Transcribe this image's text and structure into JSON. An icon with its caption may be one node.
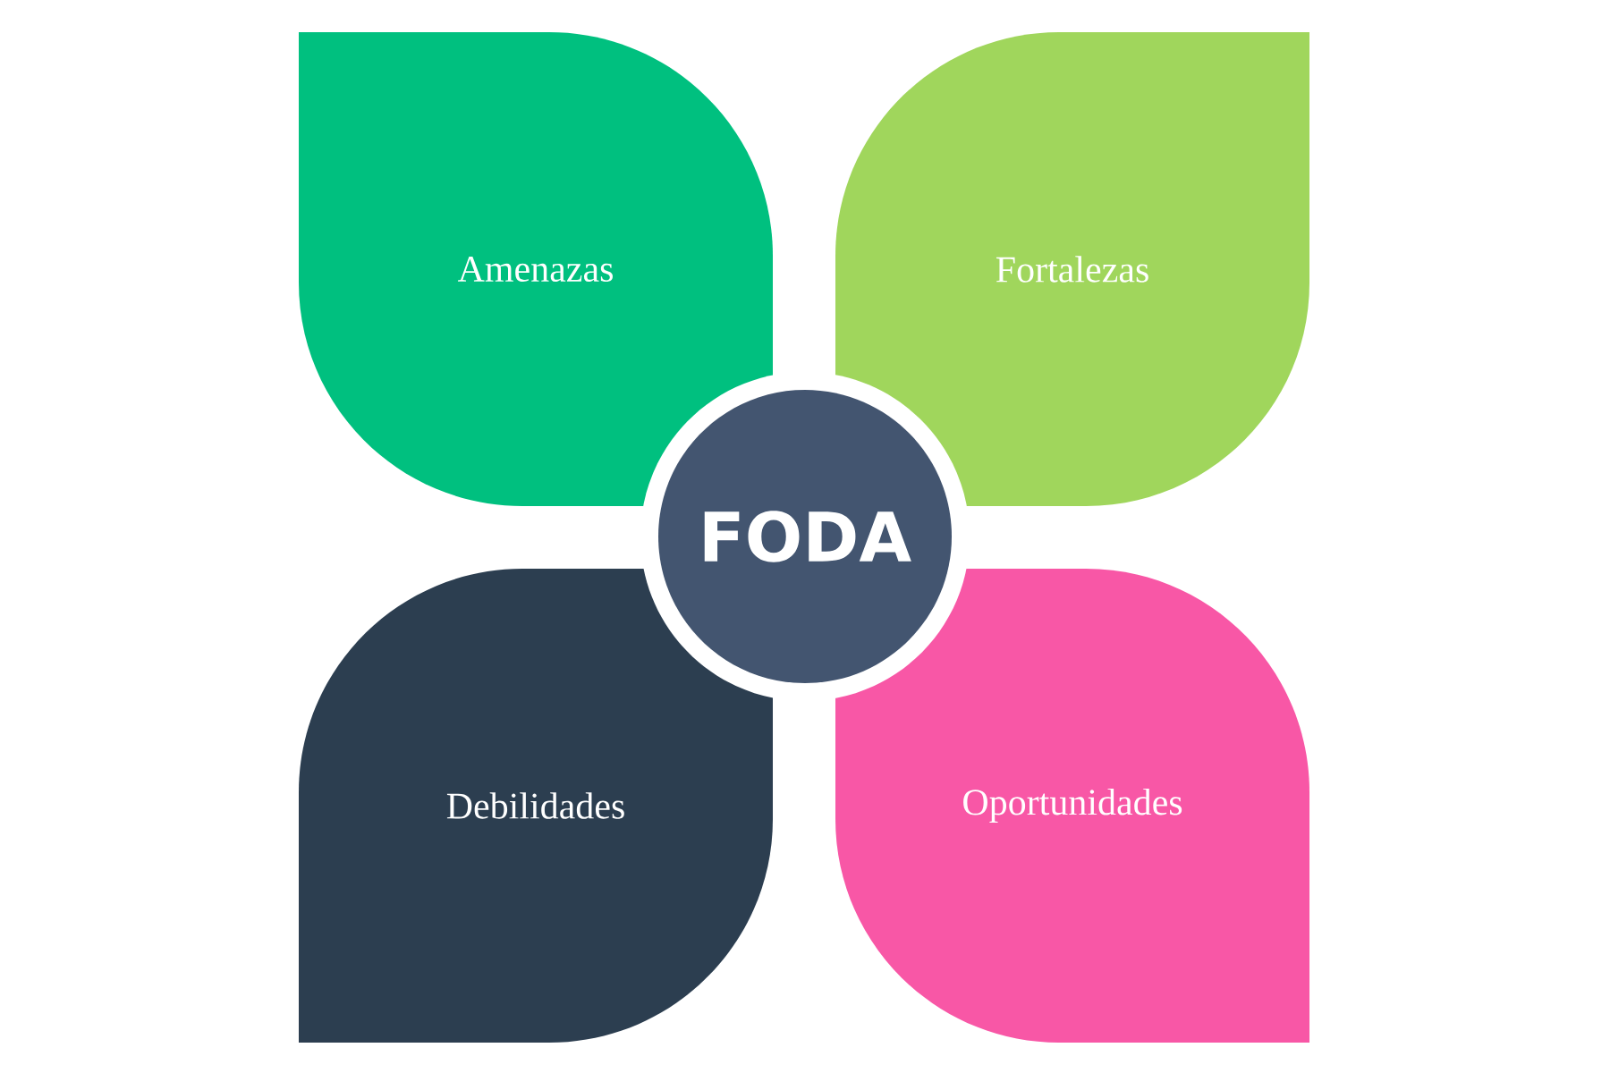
{
  "diagram": {
    "nodes": [
      {
        "text": [
          "Amenazas"
        ]
      },
      {
        "text": [
          "Fortalezas"
        ]
      },
      {
        "text": [
          "FODA"
        ]
      },
      {
        "text": [
          "Debilidades"
        ]
      },
      {
        "text": [
          "Oportunidades"
        ]
      }
    ]
  }
}
